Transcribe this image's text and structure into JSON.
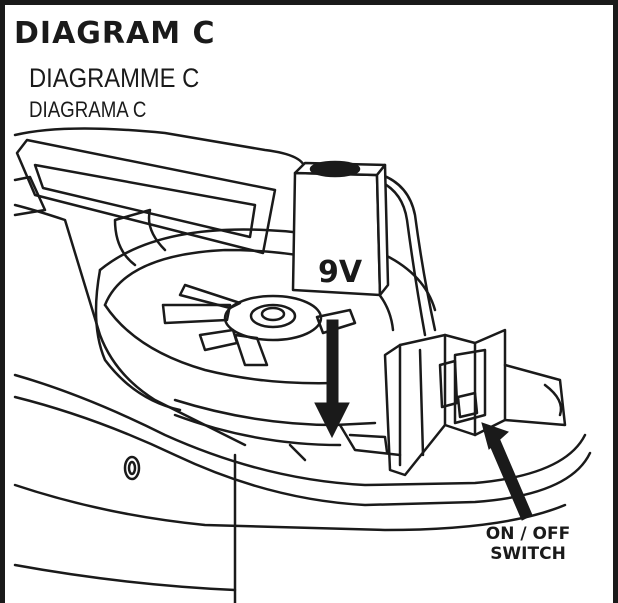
{
  "diagram": {
    "title": "DIAGRAM C",
    "subtitle_fr": "DIAGRAMME C",
    "subtitle_es": "DIAGRAMA C",
    "battery_label": "9V",
    "callout_line1": "ON / OFF",
    "callout_line2": "SWITCH"
  },
  "colors": {
    "ink": "#1a1a1a",
    "background": "#ffffff"
  }
}
